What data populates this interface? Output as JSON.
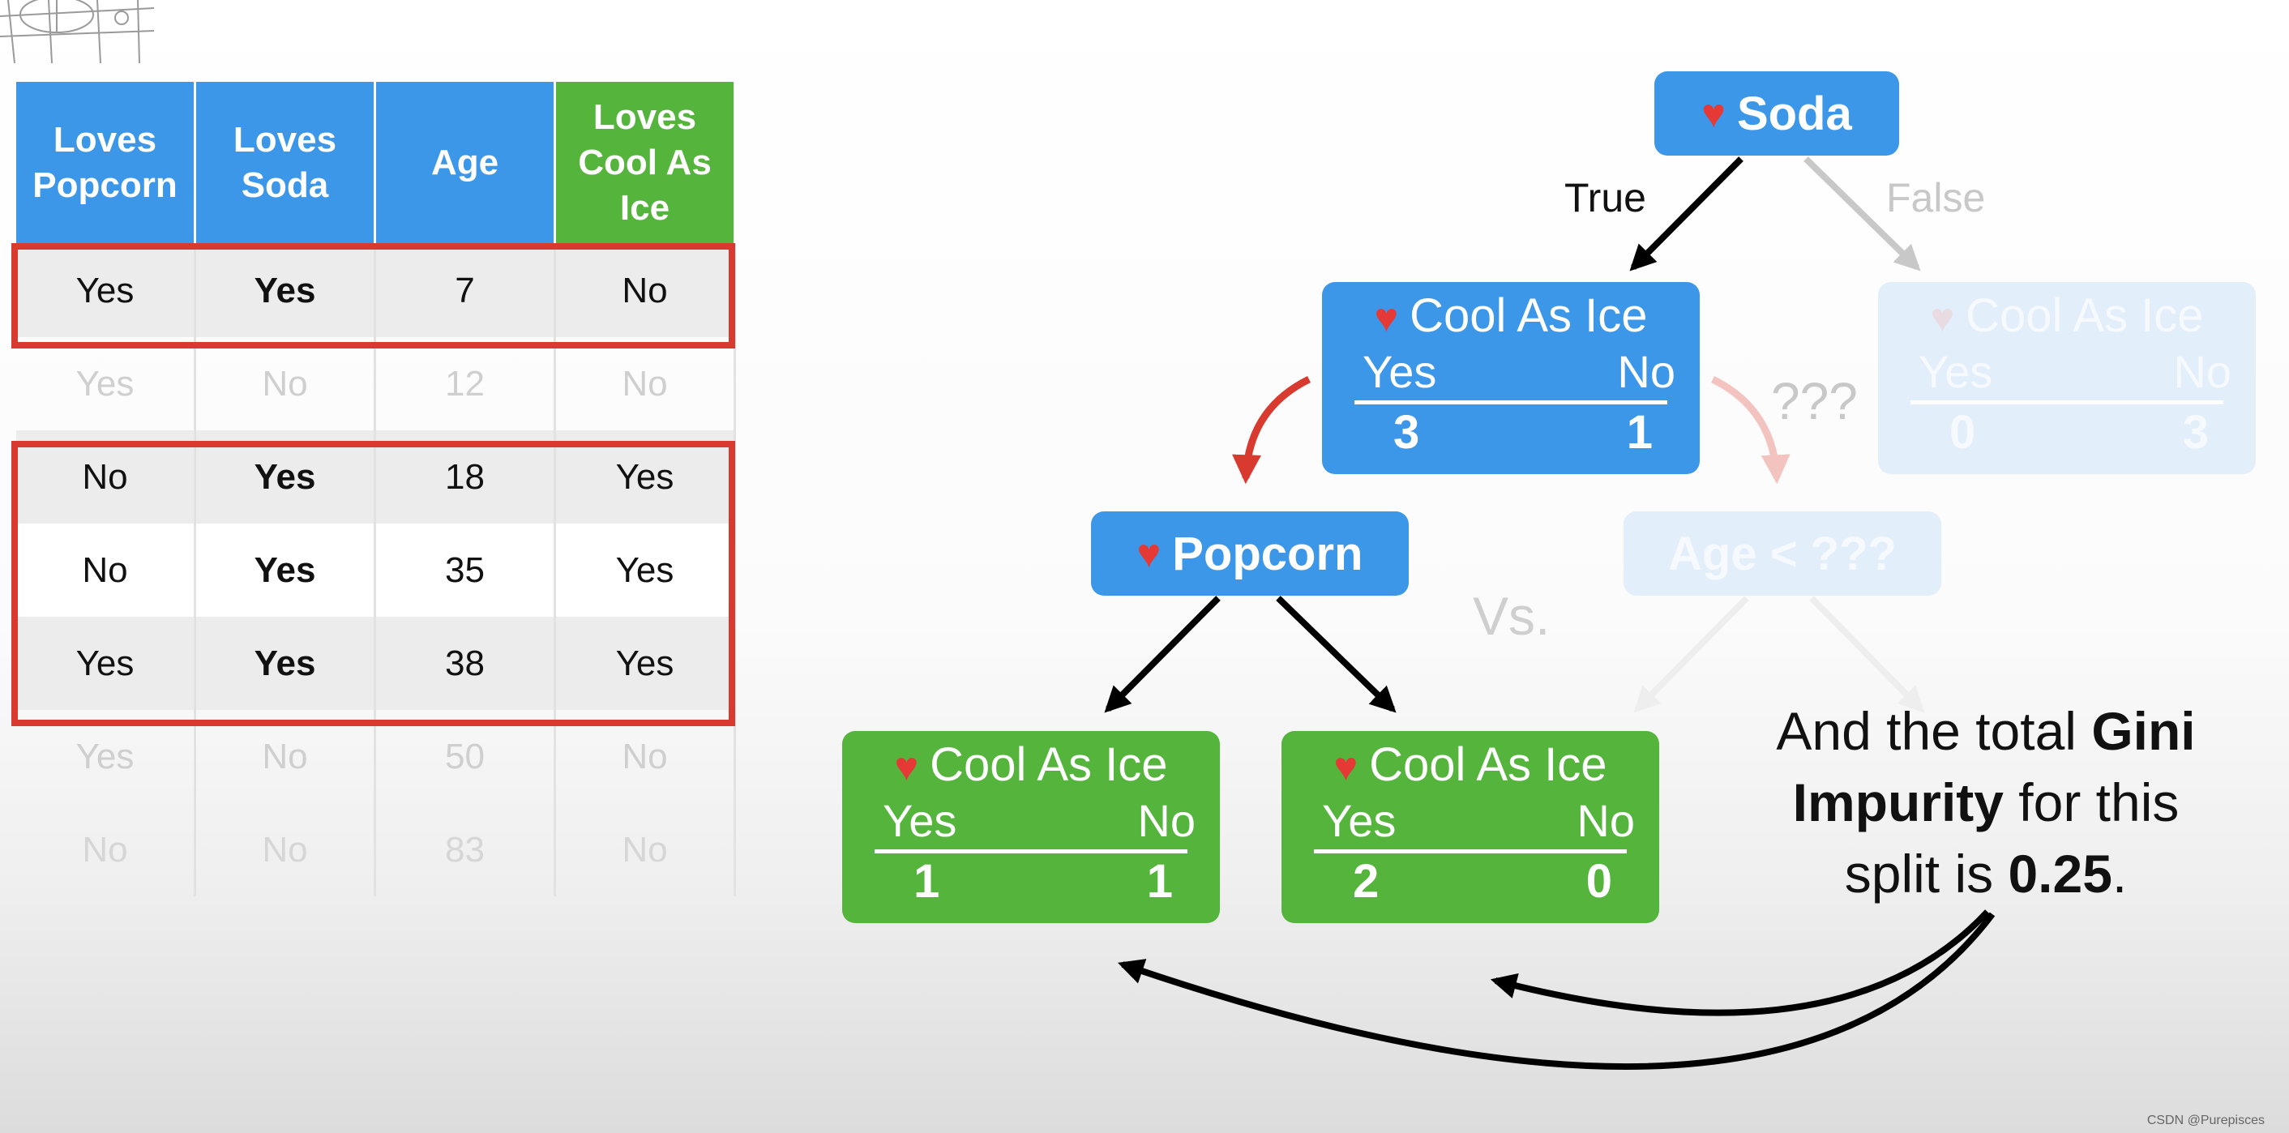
{
  "table": {
    "headers": [
      "Loves Popcorn",
      "Loves Soda",
      "Age",
      "Loves Cool As Ice"
    ],
    "header_colors": [
      "#3d97e8",
      "#3d97e8",
      "#3d97e8",
      "#55b43b"
    ],
    "rows": [
      [
        "Yes",
        "Yes",
        "7",
        "No"
      ],
      [
        "Yes",
        "No",
        "12",
        "No"
      ],
      [
        "No",
        "Yes",
        "18",
        "Yes"
      ],
      [
        "No",
        "Yes",
        "35",
        "Yes"
      ],
      [
        "Yes",
        "Yes",
        "38",
        "Yes"
      ],
      [
        "Yes",
        "No",
        "50",
        "No"
      ],
      [
        "No",
        "No",
        "83",
        "No"
      ]
    ],
    "highlighted_rows": [
      1,
      3,
      4,
      5
    ],
    "highlight_color": "#d93a2f"
  },
  "tree": {
    "root": {
      "label": "Soda",
      "icon": "heart-icon"
    },
    "edge_true": "True",
    "edge_false": "False",
    "true_node": {
      "title": "Cool As Ice",
      "yes_label": "Yes",
      "no_label": "No",
      "yes": "3",
      "no": "1"
    },
    "false_node": {
      "title": "Cool As Ice",
      "yes_label": "Yes",
      "no_label": "No",
      "yes": "0",
      "no": "3"
    },
    "unknown_label": "???",
    "popcorn": {
      "label": "Popcorn",
      "icon": "heart-icon"
    },
    "age_node": {
      "label": "Age < ???"
    },
    "vs_label": "Vs.",
    "leaf_left": {
      "title": "Cool As Ice",
      "yes_label": "Yes",
      "no_label": "No",
      "yes": "1",
      "no": "1"
    },
    "leaf_right": {
      "title": "Cool As Ice",
      "yes_label": "Yes",
      "no_label": "No",
      "yes": "2",
      "no": "0"
    }
  },
  "caption": {
    "part1": "And the total ",
    "bold1": "Gini Impurity",
    "part2": " for this split is ",
    "bold2": "0.25",
    "part3": "."
  },
  "watermark": "CSDN @Purepisces",
  "colors": {
    "blue": "#3d97e8",
    "green": "#55b43b",
    "red": "#d93a2f"
  }
}
